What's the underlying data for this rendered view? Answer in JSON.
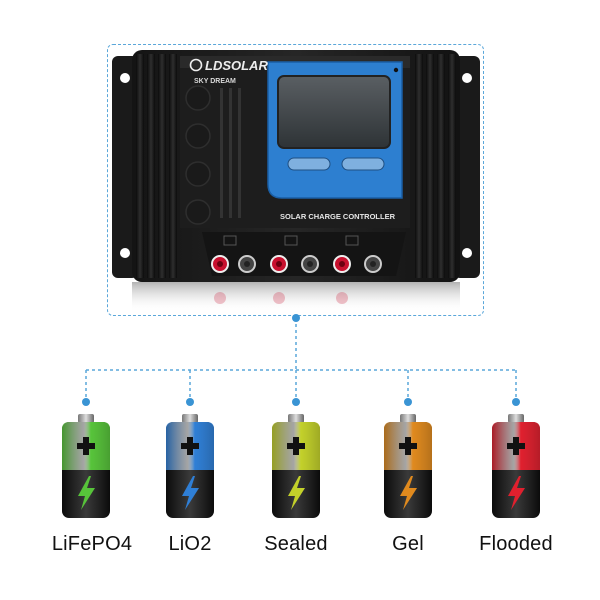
{
  "controller": {
    "brand": "LDSOLAR",
    "model": "SKY DREAM",
    "product_name": "SOLAR CHARGE CONTROLLER"
  },
  "colors": {
    "connector_line": "#5aa7da",
    "screen_bezel": "#2d7fd0",
    "terminal_red": "#c8102e"
  },
  "batteries": [
    {
      "label": "LiFePO4",
      "color": "#57c43a",
      "icon": "battery-icon"
    },
    {
      "label": "LiO2",
      "color": "#2f7fd6",
      "icon": "battery-icon"
    },
    {
      "label": "Sealed",
      "color": "#c3d12a",
      "icon": "battery-icon"
    },
    {
      "label": "Gel",
      "color": "#e08a1e",
      "icon": "battery-icon"
    },
    {
      "label": "Flooded",
      "color": "#e0202e",
      "icon": "battery-icon"
    }
  ]
}
